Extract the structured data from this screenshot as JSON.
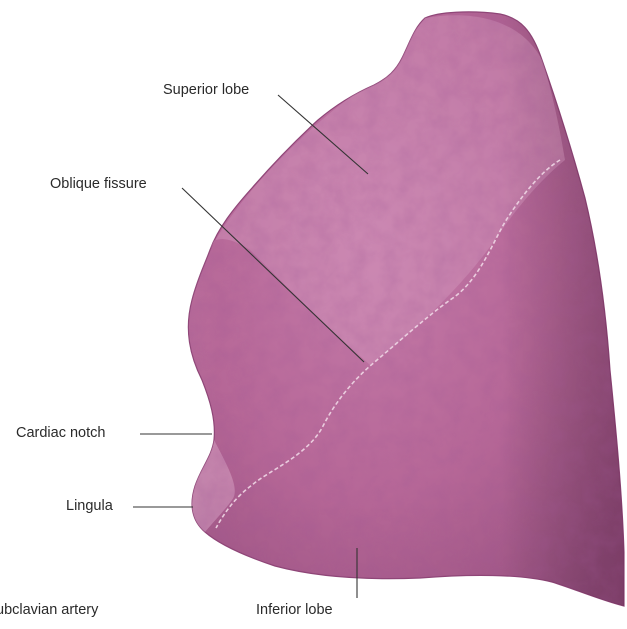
{
  "colors": {
    "lung_fill": "#b86a9a",
    "lung_dark": "#8e4576",
    "lung_light": "#d59cc0",
    "fissure_line": "#ecd2e1",
    "leader_line": "#333333",
    "label_text": "#2a2a2a"
  },
  "labels": {
    "superior_lobe": "Superior lobe",
    "oblique_fissure": "Oblique fissure",
    "cardiac_notch": "Cardiac notch",
    "lingula": "Lingula",
    "subclavian_artery": "ubclavian artery",
    "inferior_lobe": "Inferior lobe"
  }
}
